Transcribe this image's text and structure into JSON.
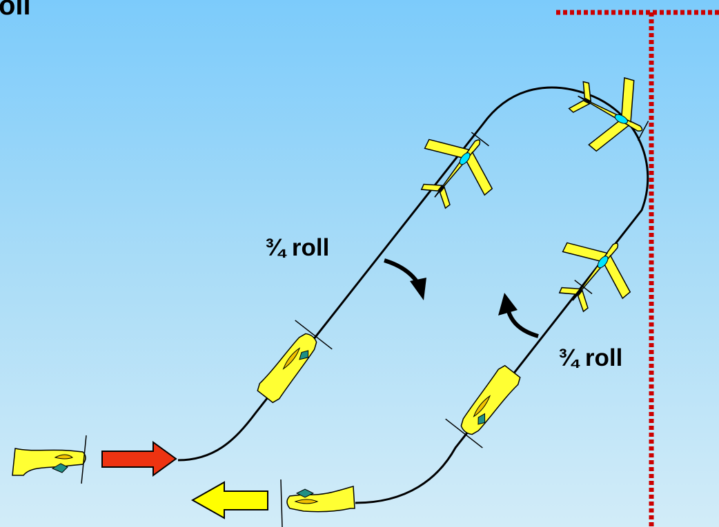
{
  "title_fragment": "oll",
  "labels": {
    "roll_label_a": "¾ roll",
    "roll_label_b": "¾ roll"
  },
  "colors": {
    "background_top": "#7ccbfb",
    "background_bottom": "#d2ecf8",
    "flight_path": "#000000",
    "aircraft_fill": "#ffff33",
    "canopy_fill": "#00e5ff",
    "entry_arrow": "#ee3311",
    "exit_arrow": "#ffff00",
    "boundary_marker": "#cc0000"
  }
}
